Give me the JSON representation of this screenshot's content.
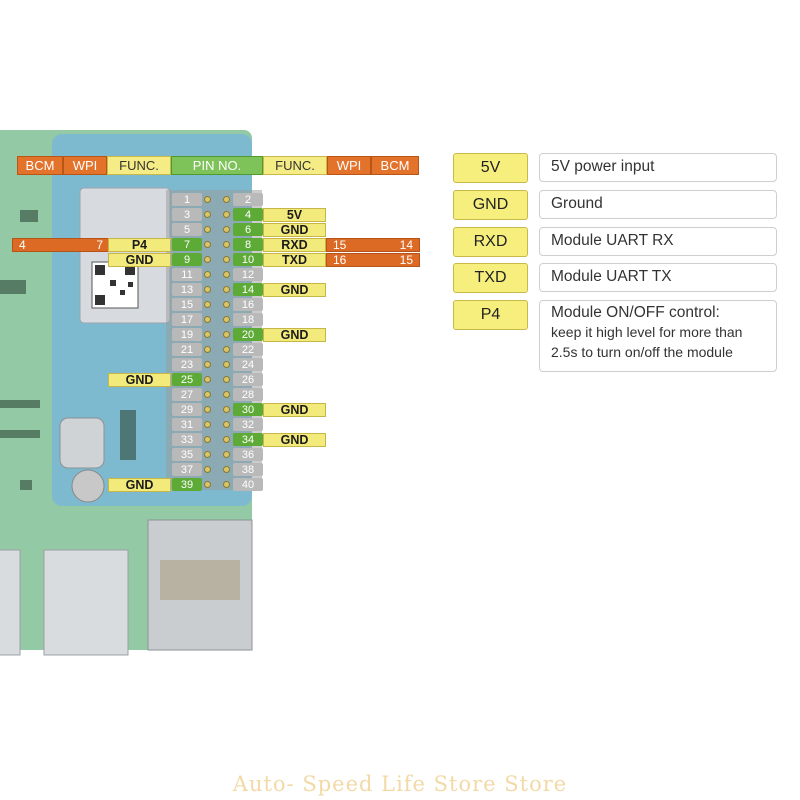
{
  "header": {
    "left": [
      "BCM",
      "WPI",
      "FUNC.",
      "PIN NO."
    ],
    "right": [
      "FUNC.",
      "WPI",
      "BCM"
    ]
  },
  "pins": {
    "odd": [
      "1",
      "3",
      "5",
      "7",
      "9",
      "11",
      "13",
      "15",
      "17",
      "19",
      "21",
      "23",
      "25",
      "27",
      "29",
      "31",
      "33",
      "35",
      "37",
      "39"
    ],
    "even": [
      "2",
      "4",
      "6",
      "8",
      "10",
      "12",
      "14",
      "16",
      "18",
      "20",
      "22",
      "24",
      "26",
      "28",
      "30",
      "32",
      "34",
      "36",
      "38",
      "40"
    ]
  },
  "callouts": {
    "p4": "P4",
    "gnd9": "GND",
    "gnd25": "GND",
    "gnd39": "GND",
    "v5": "5V",
    "gnd6": "GND",
    "rxd": "RXD",
    "txd": "TXD",
    "gnd14": "GND",
    "gnd20": "GND",
    "gnd30": "GND",
    "gnd34": "GND",
    "row7_bcm": "4",
    "row7_wpi": "7",
    "row8_wpi": "15",
    "row8_bcm": "14",
    "row10_wpi": "16",
    "row10_bcm": "15"
  },
  "legend": [
    {
      "key": "5V",
      "desc": "5V power input"
    },
    {
      "key": "GND",
      "desc": "Ground"
    },
    {
      "key": "RXD",
      "desc": "Module UART RX"
    },
    {
      "key": "TXD",
      "desc": "Module UART TX"
    },
    {
      "key": "P4",
      "desc": "Module ON/OFF control:",
      "sub1": "keep it high level for more than",
      "sub2": "2.5s to turn on/off the module"
    }
  ],
  "watermark": "Auto- Speed Life Store Store",
  "colors": {
    "orange": "#e3722b",
    "yellow": "#f5ec86",
    "green": "#5eaa37",
    "board": "#8fc99f"
  }
}
